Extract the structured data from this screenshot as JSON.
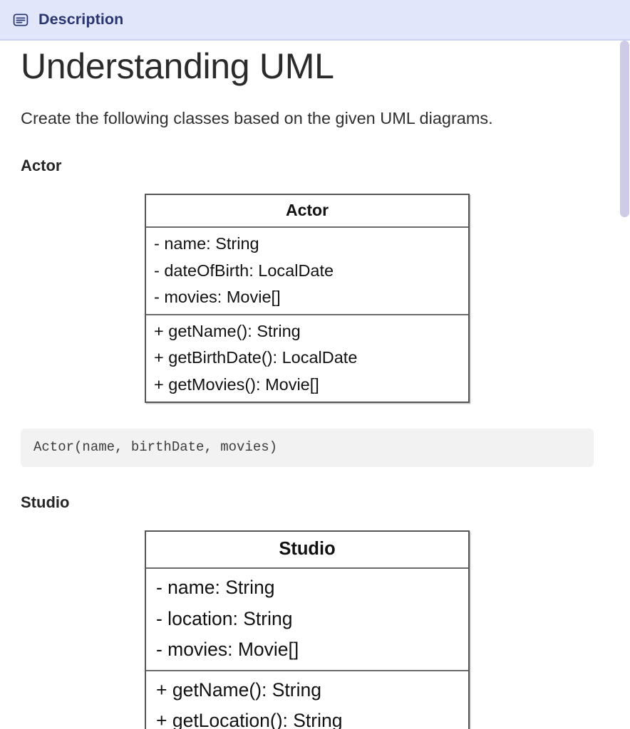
{
  "header": {
    "icon": "description-icon",
    "title": "Description"
  },
  "page": {
    "title": "Understanding UML",
    "intro": "Create the following classes based on the given UML diagrams."
  },
  "sections": [
    {
      "heading": "Actor",
      "uml": {
        "class_name": "Actor",
        "attributes": [
          "- name: String",
          "- dateOfBirth: LocalDate",
          "- movies: Movie[]"
        ],
        "methods": [
          "+ getName(): String",
          "+ getBirthDate(): LocalDate",
          "+ getMovies(): Movie[]"
        ]
      },
      "code": "Actor(name, birthDate, movies)"
    },
    {
      "heading": "Studio",
      "uml": {
        "class_name": "Studio",
        "attributes": [
          "- name: String",
          "- location: String",
          "- movies: Movie[]"
        ],
        "methods": [
          "+ getName(): String",
          "+ getLocation(): String"
        ]
      }
    }
  ],
  "colors": {
    "header_bg": "#e1e6fb",
    "header_text": "#28356f",
    "code_bg": "#f2f2f2",
    "scrollbar_thumb": "#cdcbe5"
  },
  "scrollbar": {
    "label": "vertical-scrollbar"
  }
}
